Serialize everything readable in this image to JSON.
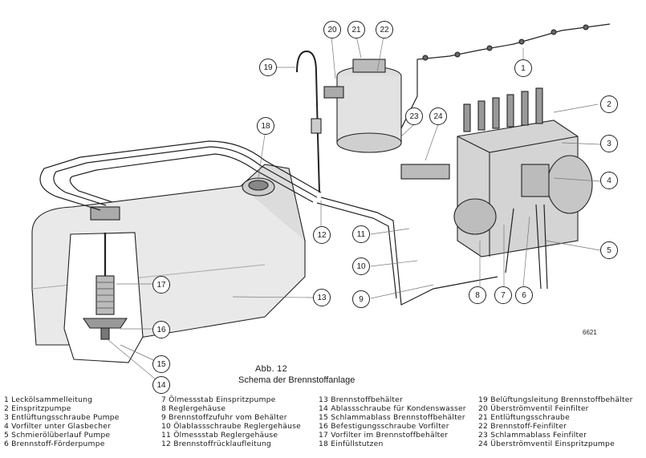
{
  "figure": {
    "title": "Abb. 12",
    "subtitle": "Schema der Brennstoffanlage",
    "code": "6621"
  },
  "callouts": [
    {
      "num": "1"
    },
    {
      "num": "2"
    },
    {
      "num": "3"
    },
    {
      "num": "4"
    },
    {
      "num": "5"
    },
    {
      "num": "6"
    },
    {
      "num": "7"
    },
    {
      "num": "8"
    },
    {
      "num": "9"
    },
    {
      "num": "10"
    },
    {
      "num": "11"
    },
    {
      "num": "12"
    },
    {
      "num": "13"
    },
    {
      "num": "14"
    },
    {
      "num": "15"
    },
    {
      "num": "16"
    },
    {
      "num": "17"
    },
    {
      "num": "18"
    },
    {
      "num": "19"
    },
    {
      "num": "20"
    },
    {
      "num": "21"
    },
    {
      "num": "22"
    },
    {
      "num": "23"
    },
    {
      "num": "24"
    }
  ],
  "legend": {
    "col1": [
      "1 Leckölsammelleitung",
      "2 Einspritzpumpe",
      "3 Entlüftungsschraube Pumpe",
      "4 Vorfilter unter Glasbecher",
      "5 Schmierölüberlauf Pumpe",
      "6 Brennstoff-Förderpumpe"
    ],
    "col2": [
      "7 Ölmessstab Einspritzpumpe",
      "8 Reglergehäuse",
      "9 Brennstoffzufuhr vom Behälter",
      "10 Ölablassschraube Reglergehäuse",
      "11 Ölmessstab Reglergehäuse",
      "12 Brennstoffrücklaufleitung"
    ],
    "col3": [
      "13 Brennstoffbehälter",
      "14 Ablassschraube für Kondenswasser",
      "15 Schlammablass Brennstoffbehälter",
      "16 Befestigungsschraube Vorfilter",
      "17 Vorfilter im Brennstoffbehälter",
      "18 Einfüllstutzen"
    ],
    "col4": [
      "19 Belüftungsleitung Brennstoffbehälter",
      "20 Überströmventil Feinfilter",
      "21 Entlüftungsschraube",
      "22 Brennstoff-Feinfilter",
      "23 Schlammablass Feinfilter",
      "24 Überströmventil Einspritzpumpe"
    ]
  }
}
